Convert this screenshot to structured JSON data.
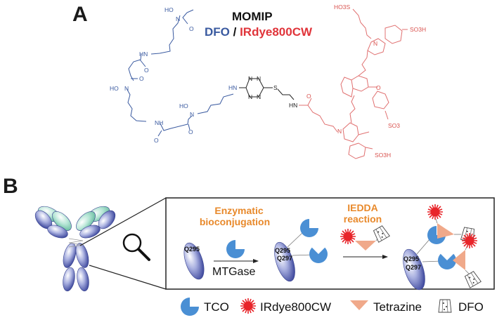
{
  "panel_a": {
    "label": "A",
    "title": "MOMIP",
    "subtitle_left": "DFO",
    "subtitle_sep": " / ",
    "subtitle_right": "IRdye800CW",
    "colors": {
      "dfo": "#3a5aa0",
      "dye": "#e0343a",
      "linker": "#222222"
    },
    "atoms": {
      "ho1": "HO",
      "n1": "N",
      "o1": "O",
      "hn1": "HN",
      "o2": "O",
      "o3": "O",
      "ho2": "HO",
      "n2": "N",
      "nh1": "NH",
      "o4": "O",
      "ho3": "HO",
      "n3": "N",
      "o5": "O",
      "hn2": "HN",
      "tz_n1": "N",
      "tz_n2": "N",
      "tz_n3": "N",
      "tz_n4": "N",
      "s": "S",
      "hn3": "HN",
      "o6": "O",
      "so3s_top": "HO3S",
      "so3h_top": "SO3H",
      "n_top": "N",
      "o_ether": "O",
      "so3_minus": "SO3",
      "n_bottom": "N",
      "so3h_bottom": "SO3H"
    }
  },
  "panel_b": {
    "label": "B",
    "step1_line1": "Enzymatic",
    "step1_line2": "bioconjugation",
    "step1_enzyme": "MTGase",
    "step2_line1": "IEDDA",
    "step2_line2": "reaction",
    "site_single": "Q295",
    "site_a": "Q295",
    "site_b": "Q297",
    "site_c": "Q295",
    "site_d": "Q297",
    "colors": {
      "step_label": "#e8892b",
      "tco": "#4a8fd4",
      "dye": "#e8252a",
      "tetrazine": "#f0a98a",
      "antibody_heavy": "#4a55a8",
      "antibody_light": "#7fcfb3"
    },
    "legend": [
      {
        "icon": "tco-icon",
        "label": "TCO"
      },
      {
        "icon": "irdye-icon",
        "label": "IRdye800CW"
      },
      {
        "icon": "tetrazine-icon",
        "label": "Tetrazine"
      },
      {
        "icon": "dfo-icon",
        "label": "DFO"
      }
    ]
  }
}
